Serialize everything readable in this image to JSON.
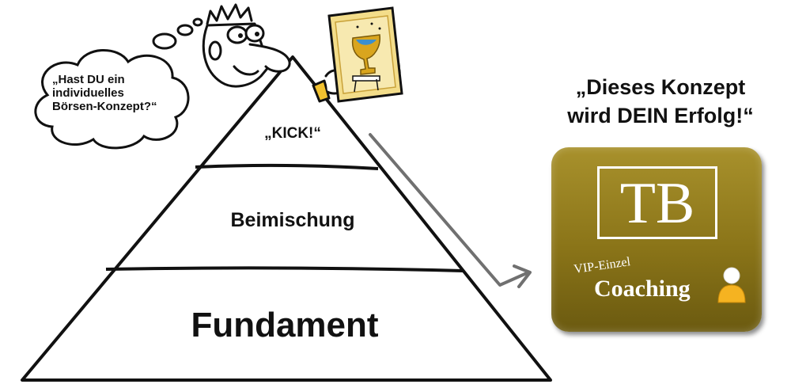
{
  "thought": {
    "text": "„Hast DU ein\nindividuelles\nBörsen-Konzept?“"
  },
  "pyramid": {
    "levels": [
      {
        "label": "„KICK!“"
      },
      {
        "label": "Beimischung"
      },
      {
        "label": "Fundament"
      }
    ]
  },
  "headline": {
    "text": "„Dieses Konzept\nwird DEIN Erfolg!“"
  },
  "badge": {
    "logo": "TB",
    "subtitle": "VIP-Einzel",
    "title": "Coaching",
    "icon": "person-icon"
  },
  "colors": {
    "badge_gold": "#8a7418",
    "arrow": "#707070",
    "person_icon": "#f5b321"
  }
}
